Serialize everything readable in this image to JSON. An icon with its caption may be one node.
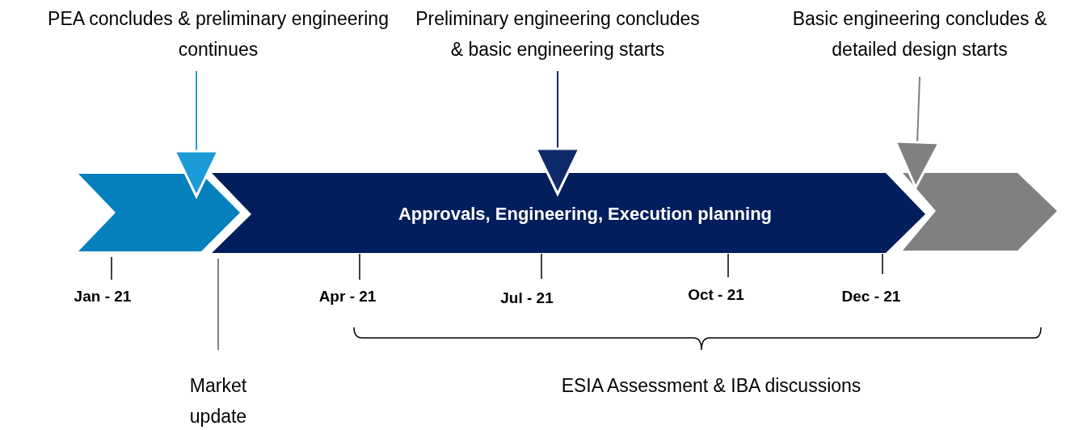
{
  "diagram": {
    "nodes": [
      {
        "text": [],
        "shape": "chevron"
      },
      {
        "text": [
          "Approvals, Engineering, Execution planning"
        ]
      },
      {
        "text": [],
        "shape": "chevron"
      },
      {
        "text": [
          "PEA concludes & preliminary engineering continues"
        ]
      },
      {
        "text": [
          "Preliminary engineering concludes & basic engineering starts"
        ]
      },
      {
        "text": [
          "Basic engineering concludes & detailed design starts"
        ]
      },
      {
        "text": [
          "Market update"
        ]
      }
    ],
    "edges": [
      {
        "from": 3,
        "to": 0,
        "arrow": "to",
        "color": "#1a9ad6"
      },
      {
        "from": 4,
        "to": 1,
        "arrow": "to",
        "color": "#0e2a6b"
      },
      {
        "from": 5,
        "to": 2,
        "arrow": "to",
        "color": "#808080"
      },
      {
        "from": 6,
        "to": 1,
        "arrow": "none",
        "color": "#808080"
      }
    ],
    "labels": [
      "Jan - 21",
      "Apr - 21",
      "Jul - 21",
      "Oct - 21",
      "Dec - 21",
      "ESIA Assessment & IBA discussions"
    ]
  }
}
